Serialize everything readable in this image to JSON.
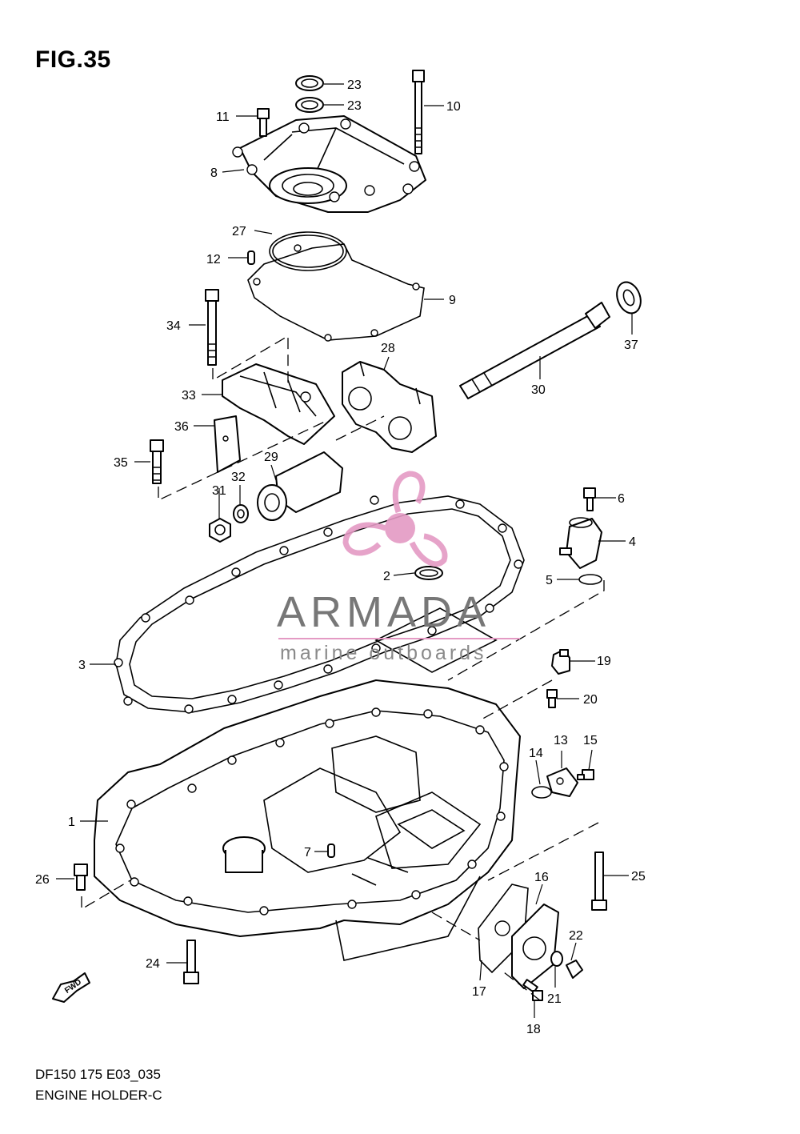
{
  "figure": {
    "title": "FIG.35"
  },
  "footer": {
    "model_code": "DF150 175 E03_035",
    "caption": "ENGINE HOLDER-C"
  },
  "watermark": {
    "brand": "ARMADA",
    "tagline": "marine outboards",
    "logo": "propeller-logo",
    "color": "#e49ac4"
  },
  "direction_marker": {
    "label": "FWD"
  },
  "callouts": {
    "p1": "1",
    "p2": "2",
    "p3": "3",
    "p4": "4",
    "p5": "5",
    "p6": "6",
    "p7": "7",
    "p8": "8",
    "p9": "9",
    "p10": "10",
    "p11": "11",
    "p12": "12",
    "p13": "13",
    "p14": "14",
    "p15": "15",
    "p16": "16",
    "p17": "17",
    "p18": "18",
    "p19": "19",
    "p20": "20",
    "p21": "21",
    "p22": "22",
    "p23a": "23",
    "p23b": "23",
    "p24": "24",
    "p25": "25",
    "p26": "26",
    "p27": "27",
    "p28": "28",
    "p29": "29",
    "p30": "30",
    "p31": "31",
    "p32": "32",
    "p33": "33",
    "p34": "34",
    "p35": "35",
    "p36": "36",
    "p37": "37"
  }
}
